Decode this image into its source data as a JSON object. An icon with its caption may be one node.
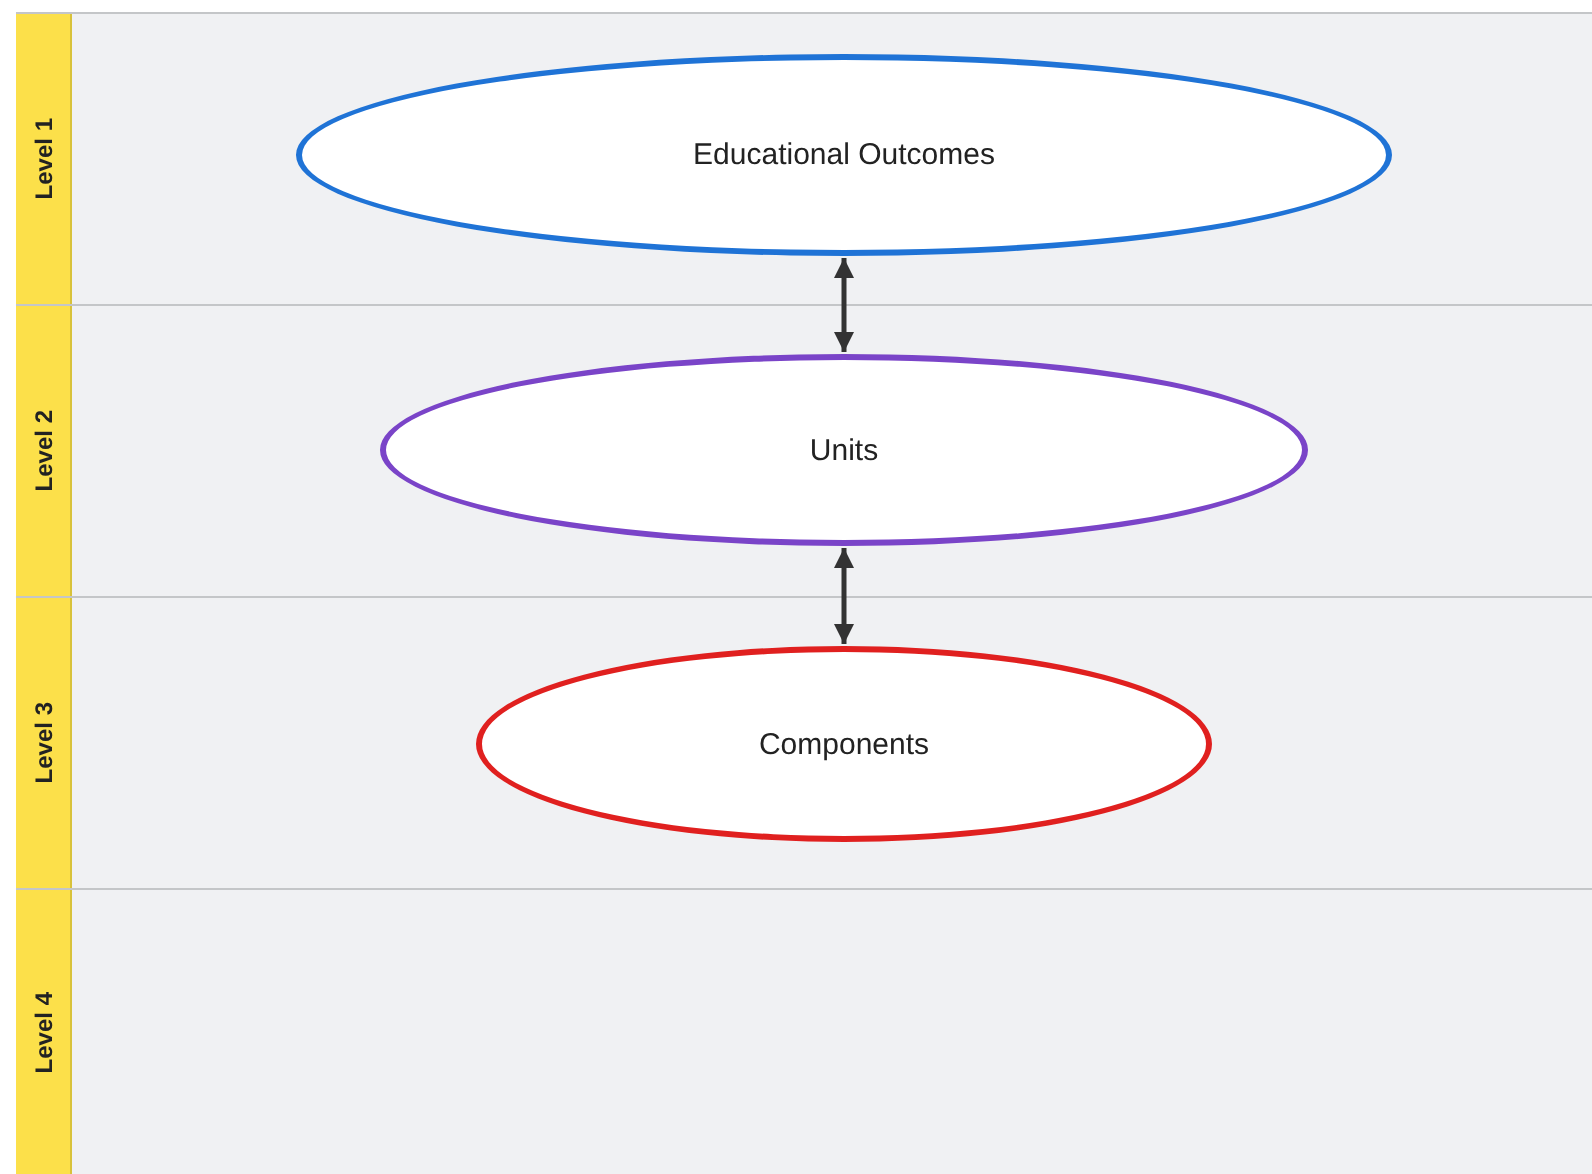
{
  "diagram": {
    "nodes": [
      {
        "text": [
          "Level 1"
        ]
      },
      {
        "text": [
          "Educational Outcomes"
        ],
        "in": 0
      },
      {
        "text": [
          "Level 2"
        ]
      },
      {
        "text": [
          "Units"
        ],
        "in": 2
      },
      {
        "text": [
          "Level 3"
        ]
      },
      {
        "text": [
          "Components"
        ],
        "in": 4
      },
      {
        "text": [
          "Level 4"
        ]
      }
    ],
    "edges": [
      {
        "from": 1,
        "to": 3,
        "arrow": "both"
      },
      {
        "from": 3,
        "to": 5,
        "arrow": "both"
      }
    ]
  }
}
